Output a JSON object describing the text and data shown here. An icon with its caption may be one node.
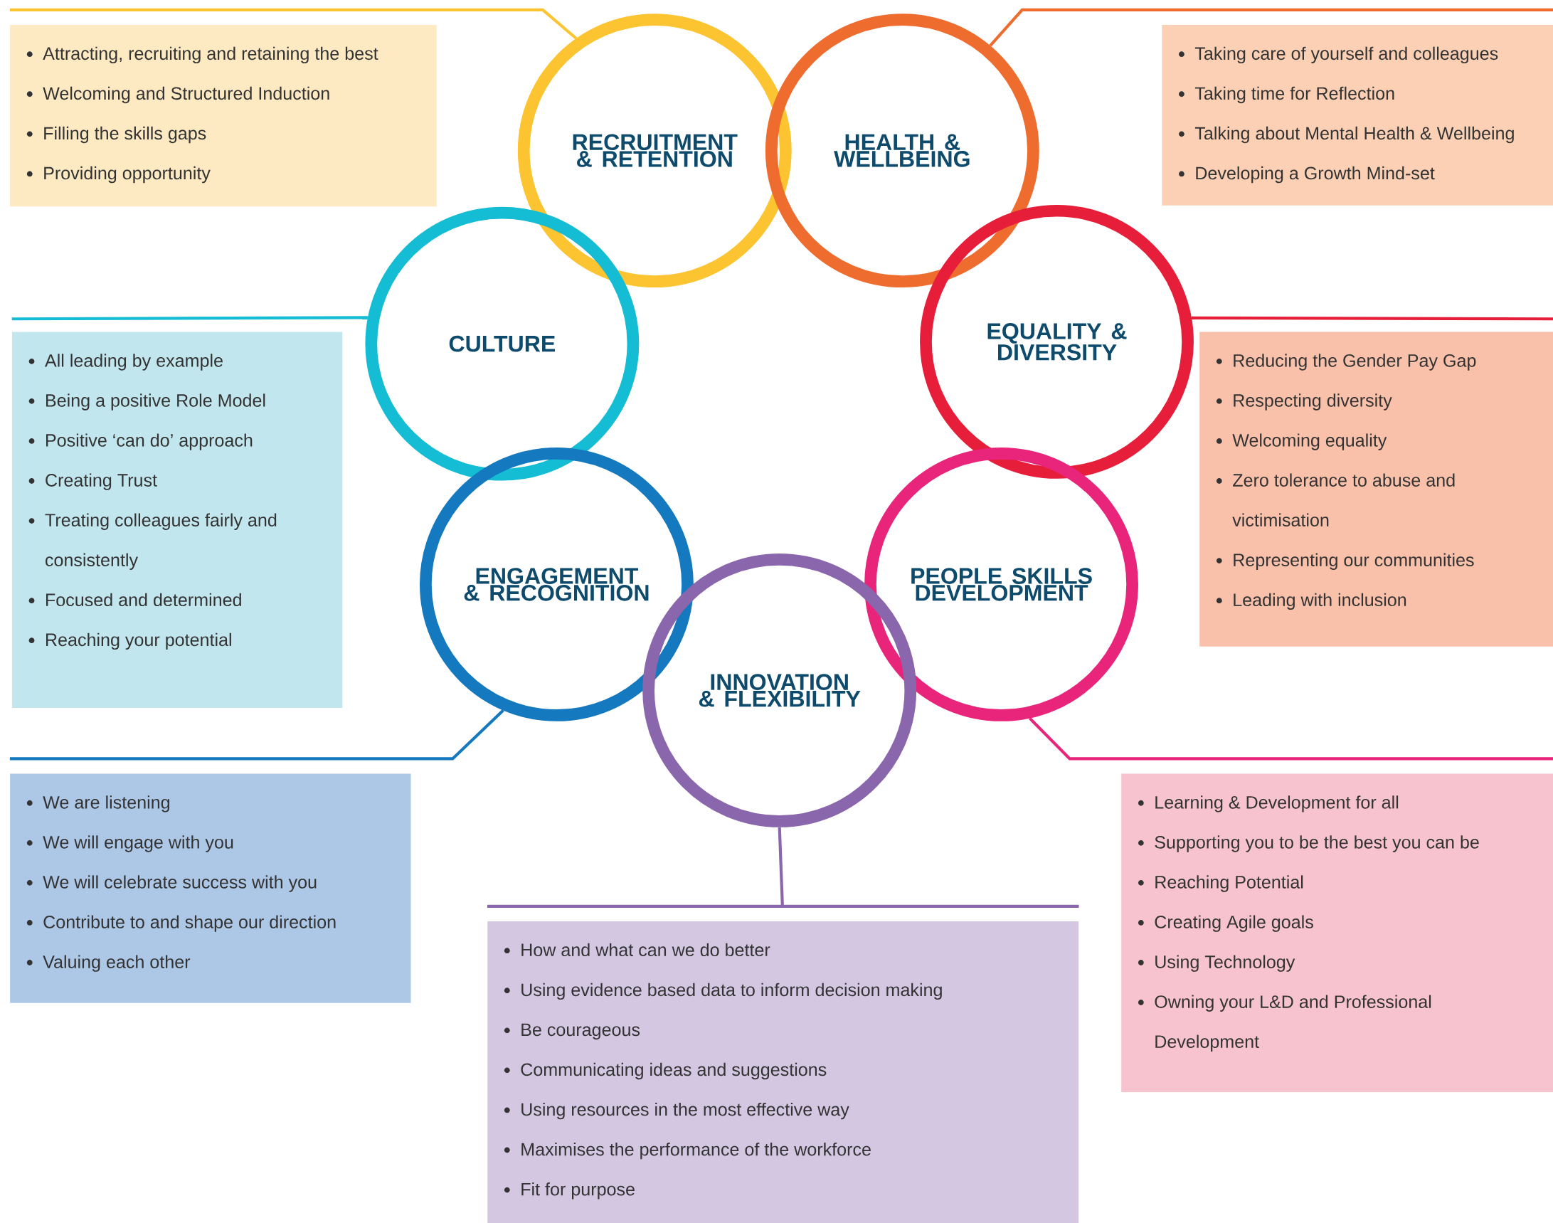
{
  "diagram": {
    "nodes": [
      {
        "text": [
          "RECRUITMENT & RETENTION"
        ]
      },
      {
        "text": [
          "HEALTH & WELLBEING"
        ]
      },
      {
        "text": [
          "CULTURE"
        ]
      },
      {
        "text": [
          "EQUALITY & DIVERSITY"
        ]
      },
      {
        "text": [
          "ENGAGEMENT & RECOGNITION"
        ]
      },
      {
        "text": [
          "PEOPLE SKILLS DEVELOPMENT"
        ]
      },
      {
        "text": [
          "INNOVATION & FLEXIBILITY"
        ]
      },
      {
        "text": [
          "Attracting, recruiting and retaining the best",
          "Welcoming and Structured Induction",
          "Filling the skills gaps",
          "Providing opportunity"
        ]
      },
      {
        "text": [
          "Taking care of yourself and colleagues",
          "Taking time for Reflection",
          "Talking about Mental Health & Wellbeing",
          "Developing a Growth Mind-set"
        ]
      },
      {
        "text": [
          "All leading by example",
          "Being a positive Role Model",
          "Positive ‘can do’ approach",
          "Creating Trust",
          "Treating colleagues fairly and consistently",
          "Focused and determined",
          "Reaching your potential"
        ]
      },
      {
        "text": [
          "Reducing the Gender Pay Gap",
          "Respecting diversity",
          "Welcoming equality",
          "Zero tolerance to abuse and victimisation",
          "Representing our communities",
          "Leading with inclusion"
        ]
      },
      {
        "text": [
          "We are listening",
          "We will engage with you",
          "We will celebrate success with you",
          "Contribute to and shape our direction",
          "Valuing each other"
        ]
      },
      {
        "text": [
          "Learning & Development for all",
          "Supporting you to be the best you can be",
          "Reaching Potential",
          "Creating Agile goals",
          "Using Technology",
          "Owning your L&D and Professional Development"
        ]
      },
      {
        "text": [
          "How and what can we do better",
          "Using evidence based data to inform decision making",
          "Be courageous",
          "Communicating ideas and suggestions",
          "Using resources in the most effective way",
          "Maximises the performance of the workforce",
          "Fit for purpose"
        ]
      }
    ],
    "edges": [
      {
        "from": 7,
        "to": 0,
        "arrow": "none",
        "color": "#fcc431"
      },
      {
        "from": 8,
        "to": 1,
        "arrow": "none",
        "color": "#ef6c2f"
      },
      {
        "from": 9,
        "to": 2,
        "arrow": "none",
        "color": "#14bcd4"
      },
      {
        "from": 10,
        "to": 3,
        "arrow": "none",
        "color": "#e61e3a"
      },
      {
        "from": 11,
        "to": 4,
        "arrow": "none",
        "color": "#1479bf"
      },
      {
        "from": 12,
        "to": 5,
        "arrow": "none",
        "color": "#e8257a"
      },
      {
        "from": 13,
        "to": 6,
        "arrow": "none",
        "color": "#8a67ac"
      }
    ]
  }
}
